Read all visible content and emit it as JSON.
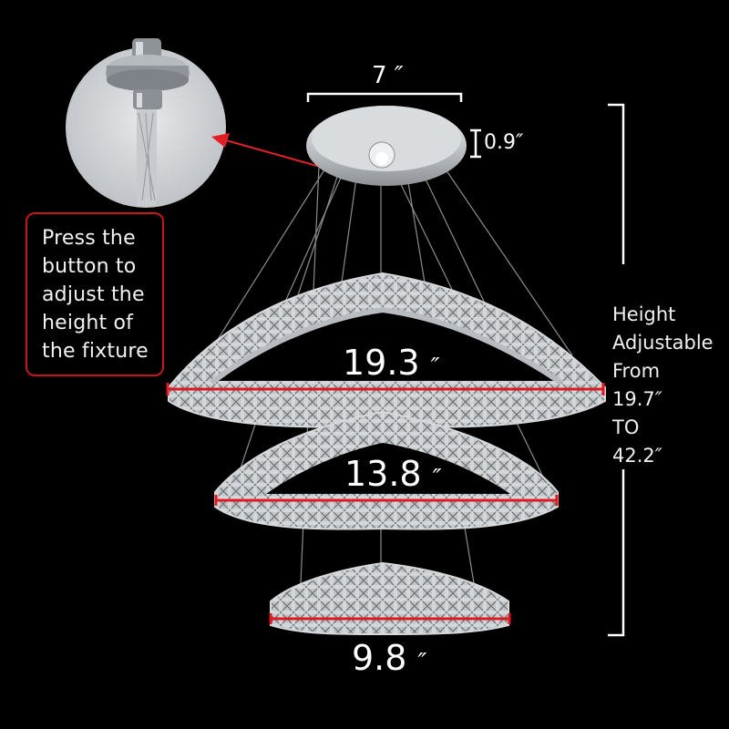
{
  "callout": {
    "lines": [
      "Press the",
      "button to",
      "adjust the",
      "height of",
      "the fixture"
    ],
    "border_color": "#c8161d",
    "arrow_color": "#e01f26"
  },
  "detail_inset": {
    "subject": "height-adjustment-button-closeup"
  },
  "canopy": {
    "width_value": "7",
    "height_value": "0.9",
    "unit_mark": "″"
  },
  "rings": [
    {
      "name": "top-ring",
      "width_value": "19.3",
      "unit_mark": "″"
    },
    {
      "name": "middle-ring",
      "width_value": "13.8",
      "unit_mark": "″"
    },
    {
      "name": "bottom-ring",
      "width_value": "9.8",
      "unit_mark": "″"
    }
  ],
  "height_spec": {
    "line1": "Height",
    "line2": "Adjustable",
    "line3": "From",
    "min_value": "19.7",
    "to_label": "TO",
    "max_value": "42.2",
    "unit_mark": "″"
  },
  "colors": {
    "background": "#000000",
    "measure_line": "#e0181f",
    "text": "#ffffff",
    "chrome": "#c9cbce"
  }
}
